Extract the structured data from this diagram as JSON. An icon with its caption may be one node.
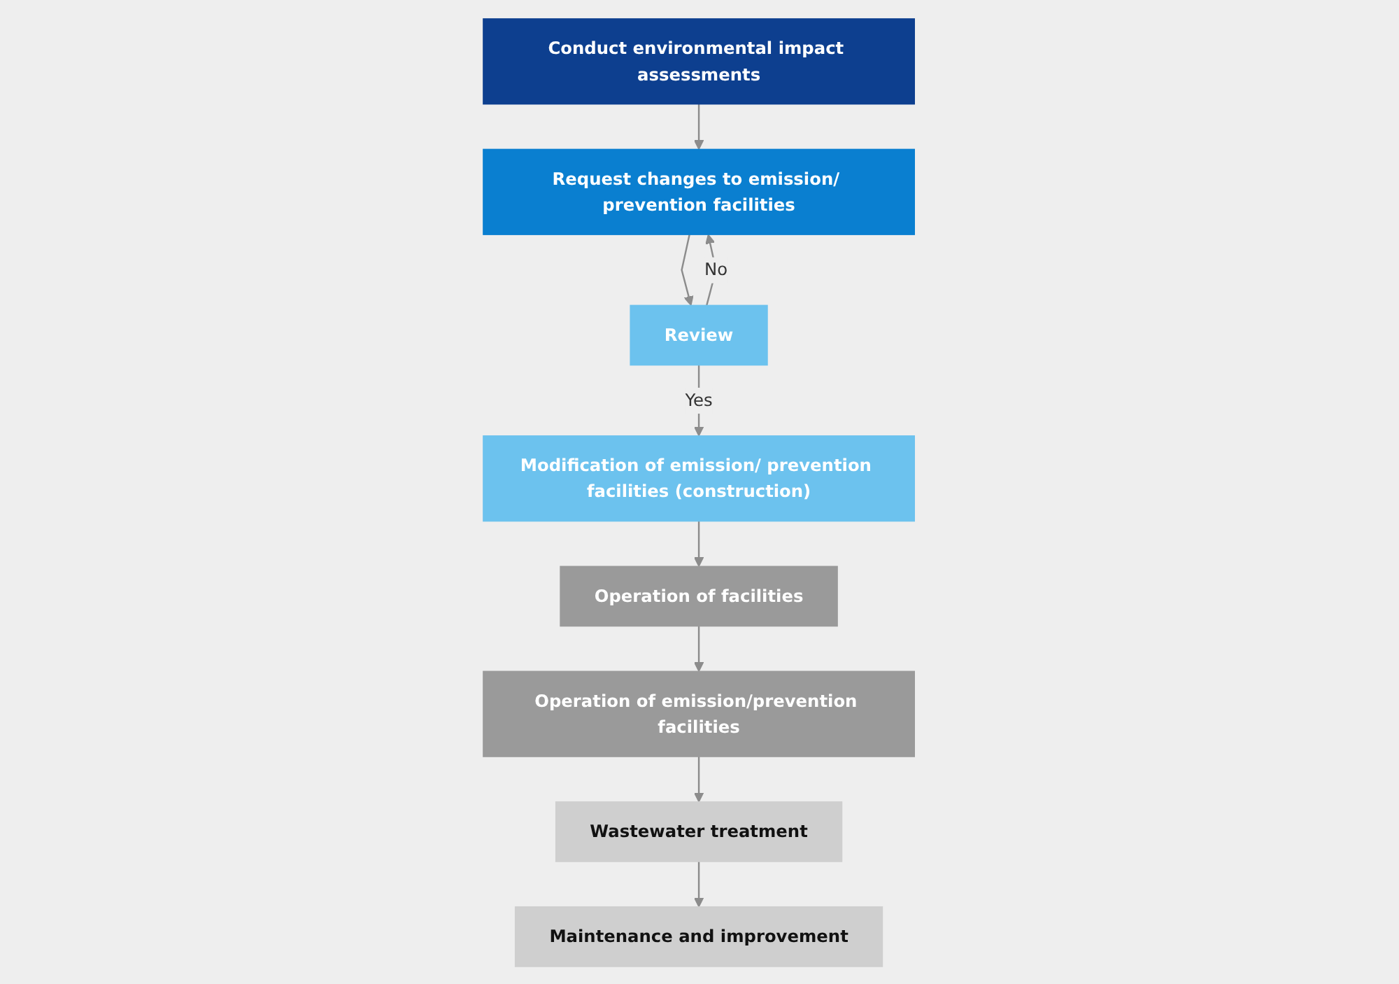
{
  "diagram": {
    "nodes": [
      {
        "text": [
          "Conduct environmental impact assessments"
        ]
      },
      {
        "text": [
          "Request changes to emission/ prevention facilities"
        ]
      },
      {
        "text": [
          "Review"
        ]
      },
      {
        "text": [
          "Modification of emission/ prevention facilities (construction)"
        ]
      },
      {
        "text": [
          "Operation of facilities"
        ]
      },
      {
        "text": [
          "Operation of emission/prevention facilities"
        ]
      },
      {
        "text": [
          "Wastewater treatment"
        ]
      },
      {
        "text": [
          "Maintenance and improvement"
        ]
      }
    ],
    "edges": [
      {
        "from": 0,
        "to": 1,
        "arrow": "to"
      },
      {
        "from": 1,
        "to": 2,
        "arrow": "to"
      },
      {
        "from": 2,
        "to": 1,
        "arrow": "to",
        "label": "No"
      },
      {
        "from": 2,
        "to": 3,
        "arrow": "to",
        "label": "Yes"
      },
      {
        "from": 3,
        "to": 4,
        "arrow": "to"
      },
      {
        "from": 4,
        "to": 5,
        "arrow": "to"
      },
      {
        "from": 5,
        "to": 6,
        "arrow": "to"
      },
      {
        "from": 6,
        "to": 7,
        "arrow": "to"
      }
    ]
  }
}
